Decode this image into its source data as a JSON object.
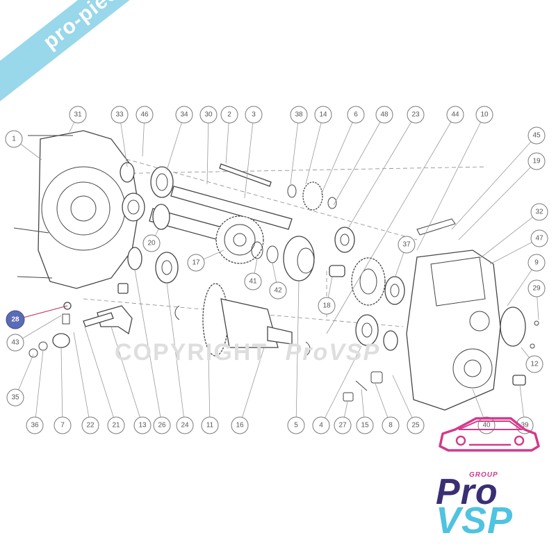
{
  "watermark": {
    "banner_text": "pro-piece-vsp.com",
    "copyright_text": "COPYRIGHT",
    "copyright_brand": "ProVSP"
  },
  "logo": {
    "tagline": "GROUP",
    "word_top": "Pro",
    "word_bottom": "VSP",
    "colors": {
      "car": "#d33a8a",
      "pro": "#3a2f74",
      "vsp": "#4fc3e0"
    }
  },
  "highlight_color": "#5b6bb5",
  "callouts": [
    {
      "id": "1",
      "label": "1"
    },
    {
      "id": "31",
      "label": "31"
    },
    {
      "id": "33",
      "label": "33"
    },
    {
      "id": "46",
      "label": "46"
    },
    {
      "id": "34",
      "label": "34"
    },
    {
      "id": "30",
      "label": "30"
    },
    {
      "id": "2",
      "label": "2"
    },
    {
      "id": "3",
      "label": "3"
    },
    {
      "id": "38",
      "label": "38"
    },
    {
      "id": "14",
      "label": "14"
    },
    {
      "id": "6",
      "label": "6"
    },
    {
      "id": "48",
      "label": "48"
    },
    {
      "id": "23",
      "label": "23"
    },
    {
      "id": "44",
      "label": "44"
    },
    {
      "id": "10",
      "label": "10"
    },
    {
      "id": "45",
      "label": "45"
    },
    {
      "id": "19",
      "label": "19"
    },
    {
      "id": "32",
      "label": "32"
    },
    {
      "id": "47",
      "label": "47"
    },
    {
      "id": "9",
      "label": "9"
    },
    {
      "id": "29",
      "label": "29"
    },
    {
      "id": "12",
      "label": "12"
    },
    {
      "id": "37",
      "label": "37"
    },
    {
      "id": "20",
      "label": "20"
    },
    {
      "id": "17",
      "label": "17"
    },
    {
      "id": "41",
      "label": "41"
    },
    {
      "id": "42",
      "label": "42"
    },
    {
      "id": "18",
      "label": "18"
    },
    {
      "id": "28",
      "label": "28",
      "highlight": true
    },
    {
      "id": "43",
      "label": "43"
    },
    {
      "id": "35",
      "label": "35"
    },
    {
      "id": "36",
      "label": "36"
    },
    {
      "id": "7",
      "label": "7"
    },
    {
      "id": "22",
      "label": "22"
    },
    {
      "id": "21",
      "label": "21"
    },
    {
      "id": "13",
      "label": "13"
    },
    {
      "id": "26",
      "label": "26"
    },
    {
      "id": "24",
      "label": "24"
    },
    {
      "id": "11",
      "label": "11"
    },
    {
      "id": "16",
      "label": "16"
    },
    {
      "id": "5",
      "label": "5"
    },
    {
      "id": "4",
      "label": "4"
    },
    {
      "id": "27",
      "label": "27"
    },
    {
      "id": "15",
      "label": "15"
    },
    {
      "id": "8",
      "label": "8"
    },
    {
      "id": "25",
      "label": "25"
    },
    {
      "id": "40",
      "label": "40"
    },
    {
      "id": "39",
      "label": "39"
    }
  ]
}
